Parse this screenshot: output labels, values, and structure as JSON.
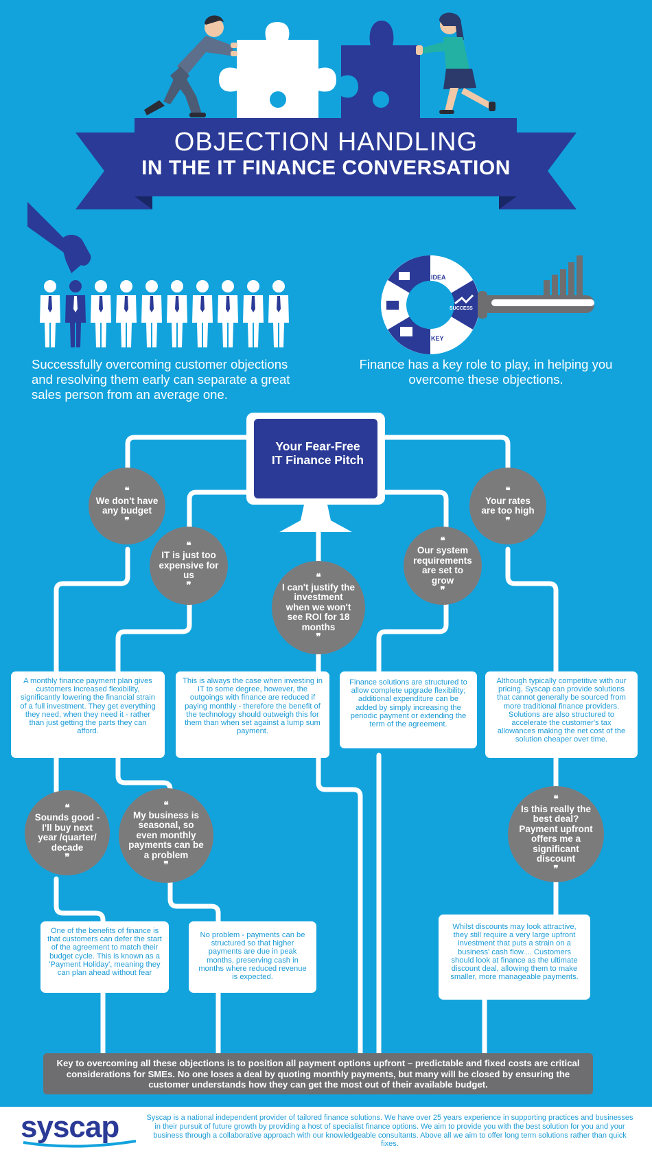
{
  "header": {
    "title_line1": "OBJECTION HANDLING",
    "title_line2": "IN THE IT FINANCE CONVERSATION"
  },
  "intro": {
    "left_text": "Successfully overcoming customer objections and resolving them early can separate a great sales person from an average one.",
    "right_text": "Finance has a key role to play, in helping you overcome these objections."
  },
  "wheel": {
    "labels": [
      "IDEA",
      "SUCCESS",
      "KEY"
    ]
  },
  "monitor": {
    "title_line1": "Your Fear-Free",
    "title_line2": "IT Finance Pitch"
  },
  "objections": [
    {
      "id": "no-budget",
      "text": "We don't have any budget"
    },
    {
      "id": "too-expensive",
      "text": "IT is just too expensive for us"
    },
    {
      "id": "justify-roi",
      "text": "I can't justify the investment when we won't see ROI for 18 months"
    },
    {
      "id": "system-grow",
      "text": "Our system requirements are set to grow"
    },
    {
      "id": "rates-high",
      "text": "Your rates are too high"
    },
    {
      "id": "next-year",
      "text": "Sounds good - I'll buy next year /quarter/ decade"
    },
    {
      "id": "seasonal",
      "text": "My business is seasonal, so even monthly payments can be a problem"
    },
    {
      "id": "upfront-discount",
      "text": "Is this really the best deal? Payment upfront offers me a significant discount"
    }
  ],
  "answers": [
    {
      "id": "monthly-plan",
      "text": "A monthly finance payment plan gives customers increased flexibility, significantly lowering the financial strain of a full investment. They get everything they need, when they need it - rather than just getting the parts they can afford."
    },
    {
      "id": "investing-it",
      "text": "This is always the case when investing in IT to some degree, however, the outgoings with finance are reduced if paying monthly - therefore the benefit of the technology should outweigh this for them than when set against a lump sum payment."
    },
    {
      "id": "upgrade-flex",
      "text": "Finance solutions are structured to allow complete upgrade flexibility; additional expenditure can be added by simply increasing the periodic payment or extending the term of the agreement."
    },
    {
      "id": "competitive",
      "text": "Although typically competitive with our pricing, Syscap can provide solutions that cannot generally be sourced from more traditional finance providers. Solutions are also structured to accelerate the customer's tax allowances making the net cost of the solution cheaper over time."
    },
    {
      "id": "payment-holiday",
      "text": "One of the benefits of finance is that customers can defer the start of the agreement to match their budget cycle. This is known as a 'Payment Holiday', meaning they can plan ahead without fear"
    },
    {
      "id": "peak-months",
      "text": "No problem - payments can be structured so that higher payments are due in peak months, preserving cash in months where reduced revenue is expected."
    },
    {
      "id": "discounts",
      "text": "Whilst discounts may look attractive, they still require a very large upfront investment that puts a strain on a business' cash flow.... Customers should look at finance as the ultimate discount deal, allowing them to make smaller, more manageable payments."
    }
  ],
  "key_message": "Key to overcoming all these objections is to position all payment options upfront – predictable and fixed costs are critical considerations for SMEs. No one loses a deal by quoting monthly payments, but many will be closed by ensuring the customer understands how they can get the most out of their available budget.",
  "footer": {
    "logo_text": "syscap",
    "text": "Syscap is a national independent provider of tailored finance solutions. We have over 25 years experience in supporting practices and businesses in their pursuit of future growth by providing a host of specialist finance options. We aim to provide you with the best solution for you and your business through a collaborative approach with our knowledgeable consultants. Above all we aim to offer long term solutions rather than quick fixes."
  },
  "colors": {
    "background": "#12a3dd",
    "navy": "#2a3a96",
    "bubble_grey": "#7c7b7c",
    "box_text": "#1d9bd6",
    "key_bar": "#6e6e70"
  }
}
